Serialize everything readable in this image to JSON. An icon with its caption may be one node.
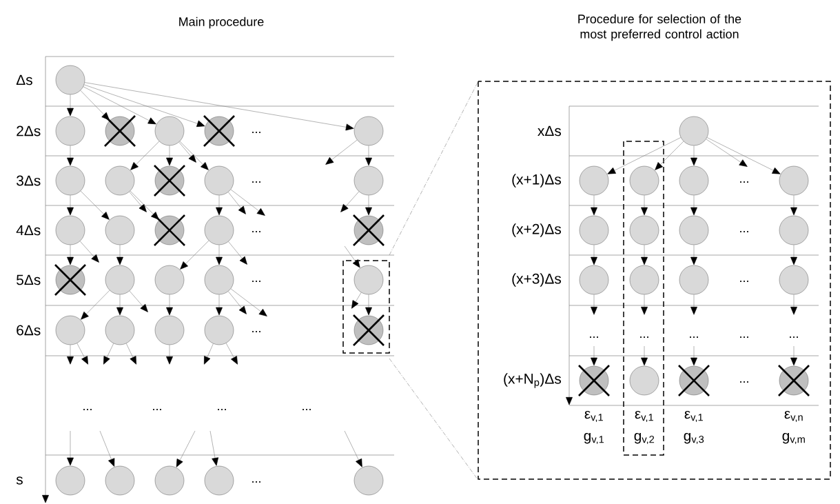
{
  "diagram": {
    "nodes": [
      {
        "text": [],
        "shape": "circle"
      },
      {
        "text": [],
        "shape": "circle"
      },
      {
        "text": [],
        "shape": "crossed"
      },
      {
        "text": [],
        "shape": "circle"
      },
      {
        "text": [],
        "shape": "crossed"
      },
      {
        "text": [],
        "shape": "circle"
      },
      {
        "text": [],
        "shape": "circle"
      },
      {
        "text": [],
        "shape": "circle"
      },
      {
        "text": [],
        "shape": "crossed"
      },
      {
        "text": [],
        "shape": "circle"
      },
      {
        "text": [],
        "shape": "circle"
      },
      {
        "text": [],
        "shape": "circle"
      },
      {
        "text": [],
        "shape": "circle"
      },
      {
        "text": [],
        "shape": "crossed"
      },
      {
        "text": [],
        "shape": "circle"
      },
      {
        "text": [],
        "shape": "crossed"
      },
      {
        "text": [],
        "shape": "crossed"
      },
      {
        "text": [],
        "shape": "circle"
      },
      {
        "text": [],
        "shape": "circle"
      },
      {
        "text": [],
        "shape": "circle"
      },
      {
        "text": [],
        "shape": "circle"
      },
      {
        "text": [],
        "shape": "circle"
      },
      {
        "text": [],
        "shape": "circle"
      },
      {
        "text": [],
        "shape": "circle"
      },
      {
        "text": [],
        "shape": "circle"
      },
      {
        "text": [],
        "shape": "crossed"
      },
      {
        "text": [],
        "shape": "circle"
      },
      {
        "text": [],
        "shape": "circle"
      },
      {
        "text": [],
        "shape": "circle"
      },
      {
        "text": [],
        "shape": "circle"
      },
      {
        "text": [],
        "shape": "circle"
      },
      {
        "text": [],
        "shape": "circle"
      },
      {
        "text": [],
        "shape": "circle"
      },
      {
        "text": [],
        "shape": "circle"
      },
      {
        "text": [],
        "shape": "circle"
      },
      {
        "text": [],
        "shape": "circle"
      },
      {
        "text": [],
        "shape": "circle"
      },
      {
        "text": [],
        "shape": "circle"
      },
      {
        "text": [],
        "shape": "circle"
      },
      {
        "text": [],
        "shape": "circle"
      },
      {
        "text": [],
        "shape": "circle"
      },
      {
        "text": [],
        "shape": "circle"
      },
      {
        "text": [],
        "shape": "circle"
      },
      {
        "text": [],
        "shape": "circle"
      },
      {
        "text": [],
        "shape": "crossed"
      },
      {
        "text": [],
        "shape": "circle"
      },
      {
        "text": [],
        "shape": "crossed"
      },
      {
        "text": [],
        "shape": "crossed"
      }
    ],
    "edges": [
      {
        "from": 0,
        "to": 1,
        "arrow": "to"
      },
      {
        "from": 0,
        "to": 2,
        "arrow": "to"
      },
      {
        "from": 0,
        "to": 3,
        "arrow": "to"
      },
      {
        "from": 0,
        "to": 4,
        "arrow": "to"
      },
      {
        "from": 0,
        "to": 5,
        "arrow": "to"
      },
      {
        "from": 1,
        "to": 6,
        "arrow": "to"
      },
      {
        "from": 3,
        "to": 7,
        "arrow": "to"
      },
      {
        "from": 3,
        "to": 8,
        "arrow": "to"
      },
      {
        "from": 3,
        "to": null,
        "arrow": "to"
      },
      {
        "from": 3,
        "to": 9,
        "arrow": "to"
      },
      {
        "from": 5,
        "to": null,
        "arrow": "to"
      },
      {
        "from": 5,
        "to": 10,
        "arrow": "to"
      },
      {
        "from": 6,
        "to": 11,
        "arrow": "to"
      },
      {
        "from": 6,
        "to": 12,
        "arrow": "to"
      },
      {
        "from": 7,
        "to": null,
        "arrow": "to"
      },
      {
        "from": 7,
        "to": 13,
        "arrow": "to"
      },
      {
        "from": 9,
        "to": 14,
        "arrow": "to"
      },
      {
        "from": 9,
        "to": null,
        "arrow": "to"
      },
      {
        "from": 9,
        "to": null,
        "arrow": "to"
      },
      {
        "from": 10,
        "to": null,
        "arrow": "to"
      },
      {
        "from": 10,
        "to": 15,
        "arrow": "to"
      },
      {
        "from": 11,
        "to": 16,
        "arrow": "to"
      },
      {
        "from": 11,
        "to": null,
        "arrow": "to"
      },
      {
        "from": 12,
        "to": 17,
        "arrow": "to"
      },
      {
        "from": 14,
        "to": 18,
        "arrow": "to"
      },
      {
        "from": 14,
        "to": 19,
        "arrow": "to"
      },
      {
        "from": 14,
        "to": null,
        "arrow": "to"
      },
      {
        "from": null,
        "to": 20,
        "arrow": "to"
      },
      {
        "from": 17,
        "to": 21,
        "arrow": "to"
      },
      {
        "from": 17,
        "to": 22,
        "arrow": "to"
      },
      {
        "from": 17,
        "to": null,
        "arrow": "to"
      },
      {
        "from": 18,
        "to": 23,
        "arrow": "to"
      },
      {
        "from": 19,
        "to": 24,
        "arrow": "to"
      },
      {
        "from": 19,
        "to": null,
        "arrow": "to"
      },
      {
        "from": 19,
        "to": null,
        "arrow": "to"
      },
      {
        "from": 20,
        "to": 25,
        "arrow": "to"
      },
      {
        "from": 20,
        "to": null,
        "arrow": "to"
      },
      {
        "from": 21,
        "to": null,
        "arrow": "to"
      },
      {
        "from": 21,
        "to": null,
        "arrow": "to"
      },
      {
        "from": 22,
        "to": null,
        "arrow": "to"
      },
      {
        "from": 22,
        "to": null,
        "arrow": "to"
      },
      {
        "from": 23,
        "to": null,
        "arrow": "to"
      },
      {
        "from": 24,
        "to": null,
        "arrow": "to"
      },
      {
        "from": 24,
        "to": null,
        "arrow": "to"
      },
      {
        "from": null,
        "to": 26,
        "arrow": "to"
      },
      {
        "from": null,
        "to": 27,
        "arrow": "to"
      },
      {
        "from": null,
        "to": 28,
        "arrow": "to"
      },
      {
        "from": null,
        "to": 29,
        "arrow": "to"
      },
      {
        "from": null,
        "to": 30,
        "arrow": "to"
      },
      {
        "from": 31,
        "to": 32,
        "arrow": "to"
      },
      {
        "from": 31,
        "to": 33,
        "arrow": "to"
      },
      {
        "from": 31,
        "to": 34,
        "arrow": "to"
      },
      {
        "from": 31,
        "to": null,
        "arrow": "to"
      },
      {
        "from": 31,
        "to": 35,
        "arrow": "to"
      },
      {
        "from": 32,
        "to": 36,
        "arrow": "to"
      },
      {
        "from": 33,
        "to": 37,
        "arrow": "to"
      },
      {
        "from": 34,
        "to": 38,
        "arrow": "to"
      },
      {
        "from": 35,
        "to": 39,
        "arrow": "to"
      },
      {
        "from": 36,
        "to": 40,
        "arrow": "to"
      },
      {
        "from": 37,
        "to": 41,
        "arrow": "to"
      },
      {
        "from": 38,
        "to": 42,
        "arrow": "to"
      },
      {
        "from": 39,
        "to": 43,
        "arrow": "to"
      },
      {
        "from": 40,
        "to": null,
        "arrow": "to"
      },
      {
        "from": 41,
        "to": null,
        "arrow": "to"
      },
      {
        "from": 42,
        "to": null,
        "arrow": "to"
      },
      {
        "from": 43,
        "to": null,
        "arrow": "to"
      },
      {
        "from": null,
        "to": 44,
        "arrow": "to"
      },
      {
        "from": null,
        "to": 45,
        "arrow": "to"
      },
      {
        "from": null,
        "to": 46,
        "arrow": "to"
      },
      {
        "from": null,
        "to": 47,
        "arrow": "to"
      }
    ],
    "labels": [
      "Main procedure",
      "Procedure for selection of the most preferred control action",
      "Δs",
      "2Δs",
      "...",
      "3Δs",
      "...",
      "4Δs",
      "...",
      "5Δs",
      "...",
      "6Δs",
      "...",
      "...",
      "...",
      "...",
      "...",
      "s",
      "...",
      "xΔs",
      "(x+1)Δs",
      "...",
      "(x+2)Δs",
      "...",
      "(x+3)Δs",
      "...",
      "...",
      "...",
      "...",
      "...",
      "...",
      "(x+N$_{p}$)Δs",
      "...",
      "ε$_{v,1}$",
      "ε$_{v,1}$",
      "ε$_{v,1}$",
      "ε$_{v,n}$",
      "g$_{v,1}$",
      "g$_{v,2}$",
      "g$_{v,3}$",
      "g$_{v,m}$"
    ]
  }
}
